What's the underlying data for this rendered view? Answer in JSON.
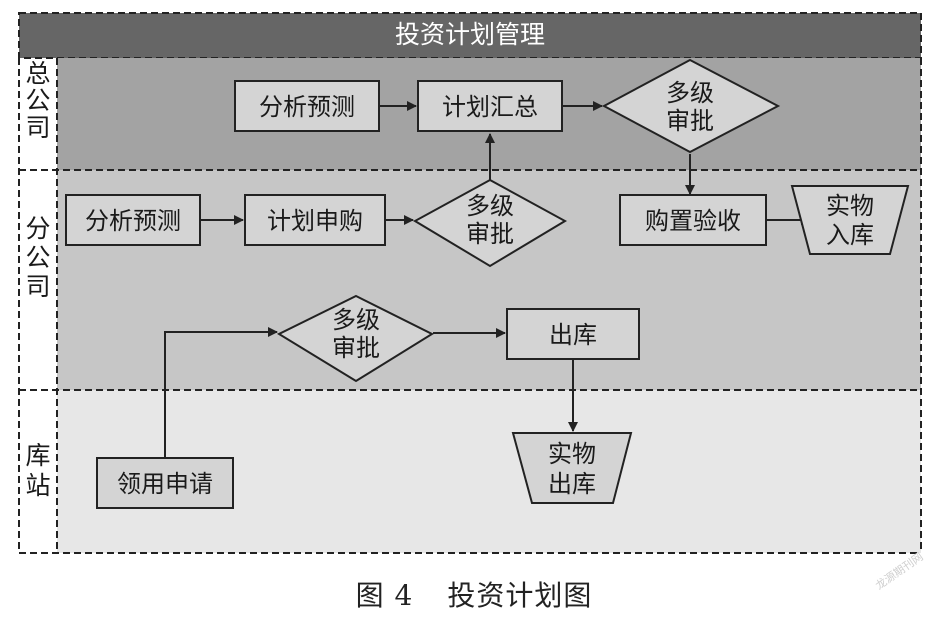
{
  "diagram": {
    "title": "投资计划管理",
    "lanes": [
      {
        "id": "hq",
        "label": "总公司"
      },
      {
        "id": "branch",
        "label": "分公司"
      },
      {
        "id": "station",
        "label": "库站"
      }
    ],
    "nodes": {
      "hq_analysis": "分析预测",
      "hq_plan_summary": "计划汇总",
      "hq_approval": "多级审批",
      "branch_analysis": "分析预测",
      "branch_plan_purchase": "计划申购",
      "branch_approval": "多级审批",
      "purchase_accept": "购置验收",
      "goods_in": "实物入库",
      "outbound_approval": "多级审批",
      "outbound": "出库",
      "station_request": "领用申请",
      "goods_out": "实物出库"
    },
    "colors": {
      "title_bar": "#666666",
      "lane_hq": "#a3a3a3",
      "lane_branch": "#c6c6c6",
      "lane_station": "#e7e7e7",
      "node_fill": "#d4d4d4",
      "stroke": "#222222"
    }
  },
  "caption": {
    "figure_number": "图 4",
    "text": "投资计划图"
  },
  "watermark": "龙源期刊网"
}
